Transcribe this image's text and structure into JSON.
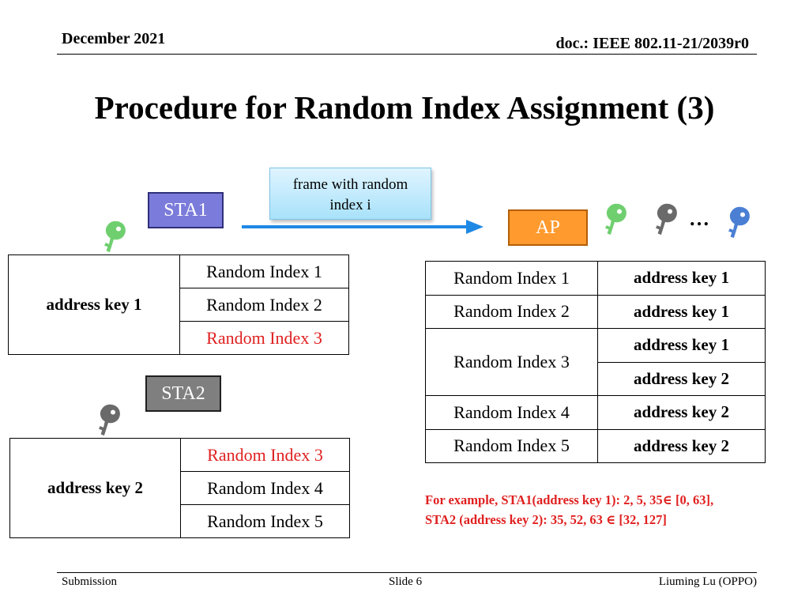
{
  "header": {
    "date": "December 2021",
    "doc": "doc.: IEEE 802.11-21/2039r0"
  },
  "title": "Procedure for Random Index Assignment (3)",
  "diagram": {
    "callout_line1": "frame with random",
    "callout_line2": "index i",
    "sta1_label": "STA1",
    "sta2_label": "STA2",
    "ap_label": "AP",
    "ellipsis": "…",
    "colors": {
      "sta1": "#7b7bdb",
      "sta2": "#7f7f7f",
      "ap": "#ff9a2e",
      "arrow": "#1e88e5",
      "key_green": "#6fcf6f",
      "key_gray": "#6a6a6a",
      "key_blue": "#4a7fd4",
      "highlight": "#e02020"
    }
  },
  "sta1_table": {
    "key": "address key 1",
    "indices": [
      "Random Index 1",
      "Random Index 2",
      "Random Index 3"
    ]
  },
  "sta2_table": {
    "key": "address key 2",
    "indices": [
      "Random Index 3",
      "Random Index 4",
      "Random Index 5"
    ]
  },
  "ap_table": {
    "rows": [
      {
        "index": "Random Index 1",
        "keys": [
          "address key 1"
        ]
      },
      {
        "index": "Random Index 2",
        "keys": [
          "address key 1"
        ]
      },
      {
        "index": "Random Index 3",
        "keys": [
          "address key 1",
          "address key 2"
        ]
      },
      {
        "index": "Random Index 4",
        "keys": [
          "address key 2"
        ]
      },
      {
        "index": "Random Index 5",
        "keys": [
          "address key 2"
        ]
      }
    ]
  },
  "example": {
    "line1": "For example, STA1(address key 1): 2, 5, 35∈ [0, 63],",
    "line2": "STA2 (address key 2): 35, 52, 63 ∈ [32, 127]"
  },
  "footer": {
    "left": "Submission",
    "center": "Slide 6",
    "right": "Liuming Lu (OPPO)"
  }
}
